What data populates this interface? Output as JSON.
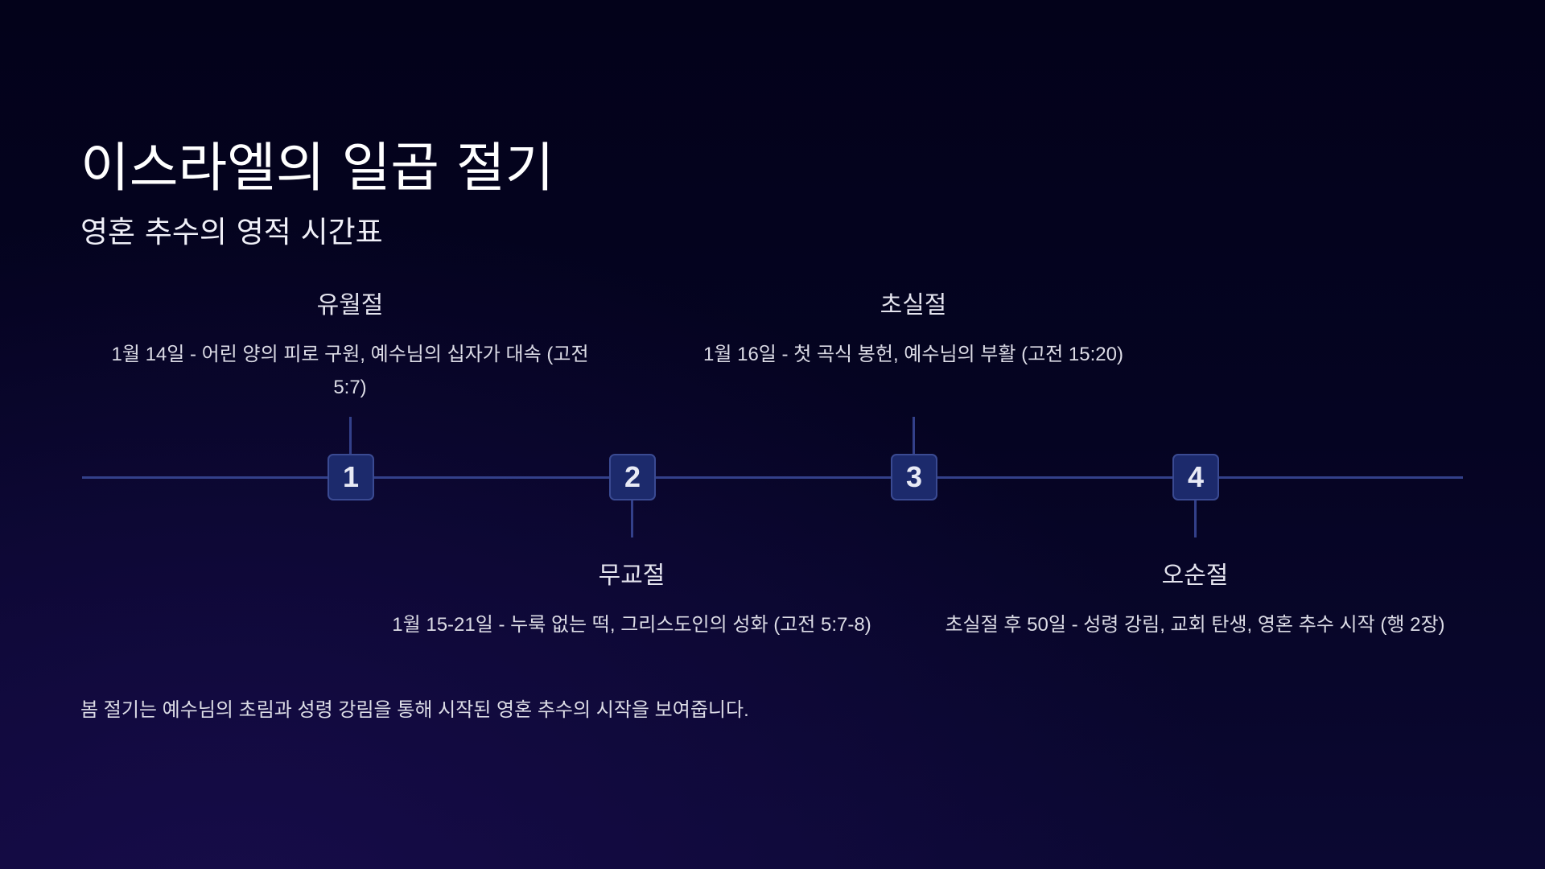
{
  "header": {
    "title": "이스라엘의 일곱 절기",
    "subtitle": "영혼 추수의 영적 시간표"
  },
  "timeline": [
    {
      "number": "1",
      "name": "유월절",
      "description": "1월 14일 - 어린 양의 피로 구원, 예수님의 십자가 대속 (고전 5:7)"
    },
    {
      "number": "2",
      "name": "무교절",
      "description": "1월 15-21일 - 누룩 없는 떡, 그리스도인의 성화 (고전 5:7-8)"
    },
    {
      "number": "3",
      "name": "초실절",
      "description": "1월 16일 - 첫 곡식 봉헌, 예수님의 부활 (고전 15:20)"
    },
    {
      "number": "4",
      "name": "오순절",
      "description": "초실절 후 50일 - 성령 강림, 교회 탄생, 영혼 추수 시작 (행 2장)"
    }
  ],
  "footer": "봄 절기는 예수님의 초림과 성령 강림을 통해 시작된 영혼 추수의 시작을 보여줍니다."
}
